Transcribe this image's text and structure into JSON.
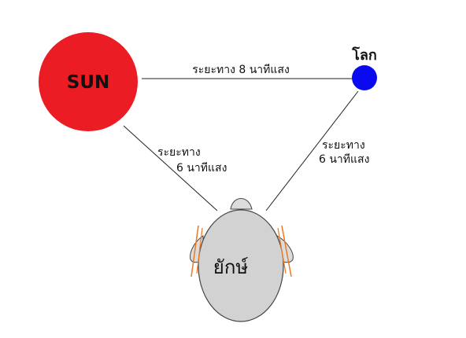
{
  "sun": {
    "label": "SUN",
    "color": "#ec1c24"
  },
  "earth": {
    "label": "โลก",
    "color": "#0a0af0"
  },
  "giant": {
    "label": "ยักษ์",
    "body_color": "#d2d2d2",
    "edge_color": "#f07820"
  },
  "distances": {
    "sun_earth": "ระยะทาง 8 นาทีแสง",
    "sun_giant": {
      "line1": "ระยะทาง",
      "line2": "6 นาทีแสง"
    },
    "earth_giant": {
      "line1": "ระยะทาง",
      "line2": "6 นาทีแสง"
    }
  }
}
